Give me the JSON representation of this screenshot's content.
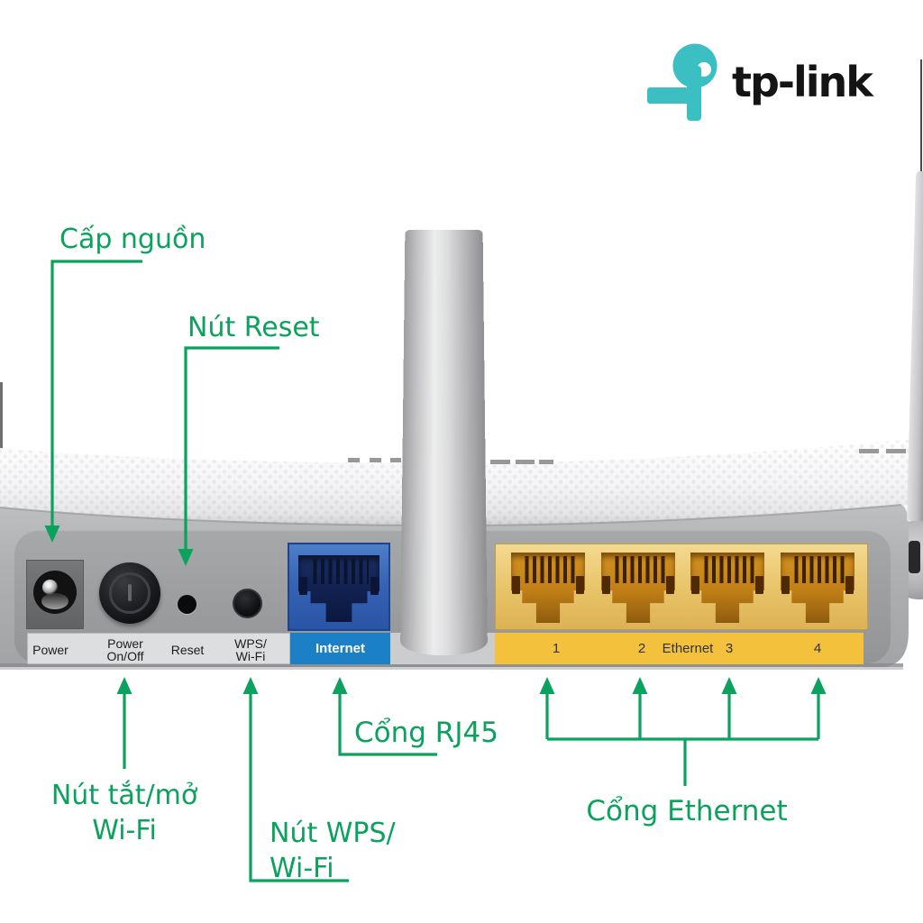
{
  "brand": {
    "logo_text": "tp-link",
    "logo_teal": "#3bbfc2",
    "logo_text_color": "#141414"
  },
  "colors": {
    "annotation_green": "#0ba25d",
    "internet_blue": "#1b80c6",
    "ethernet_yellow": "#f4c13c",
    "port_blue_face": "#3763b4",
    "port_yellow_face": "#e8c367",
    "panel_gray": "#aeafb1"
  },
  "annotations": {
    "power_supply": {
      "label": "Cấp nguồn"
    },
    "reset_button": {
      "label": "Nút Reset"
    },
    "wifi_toggle": {
      "line1": "Nút tắt/mở",
      "line2": "Wi-Fi"
    },
    "wps_button": {
      "line1": "Nút WPS/",
      "line2": "Wi-Fi"
    },
    "rj45_port": {
      "label": "Cổng RJ45"
    },
    "ethernet_ports": {
      "label": "Cổng Ethernet"
    }
  },
  "panel": {
    "power_label": "Power",
    "power_switch_line1": "Power",
    "power_switch_line2": "On/Off",
    "reset_label": "Reset",
    "wps_line1": "WPS/",
    "wps_line2": "Wi-Fi",
    "internet_label": "Internet",
    "ethernet": {
      "port1": "1",
      "port2": "2",
      "group_label": "Ethernet",
      "port3": "3",
      "port4": "4"
    }
  }
}
